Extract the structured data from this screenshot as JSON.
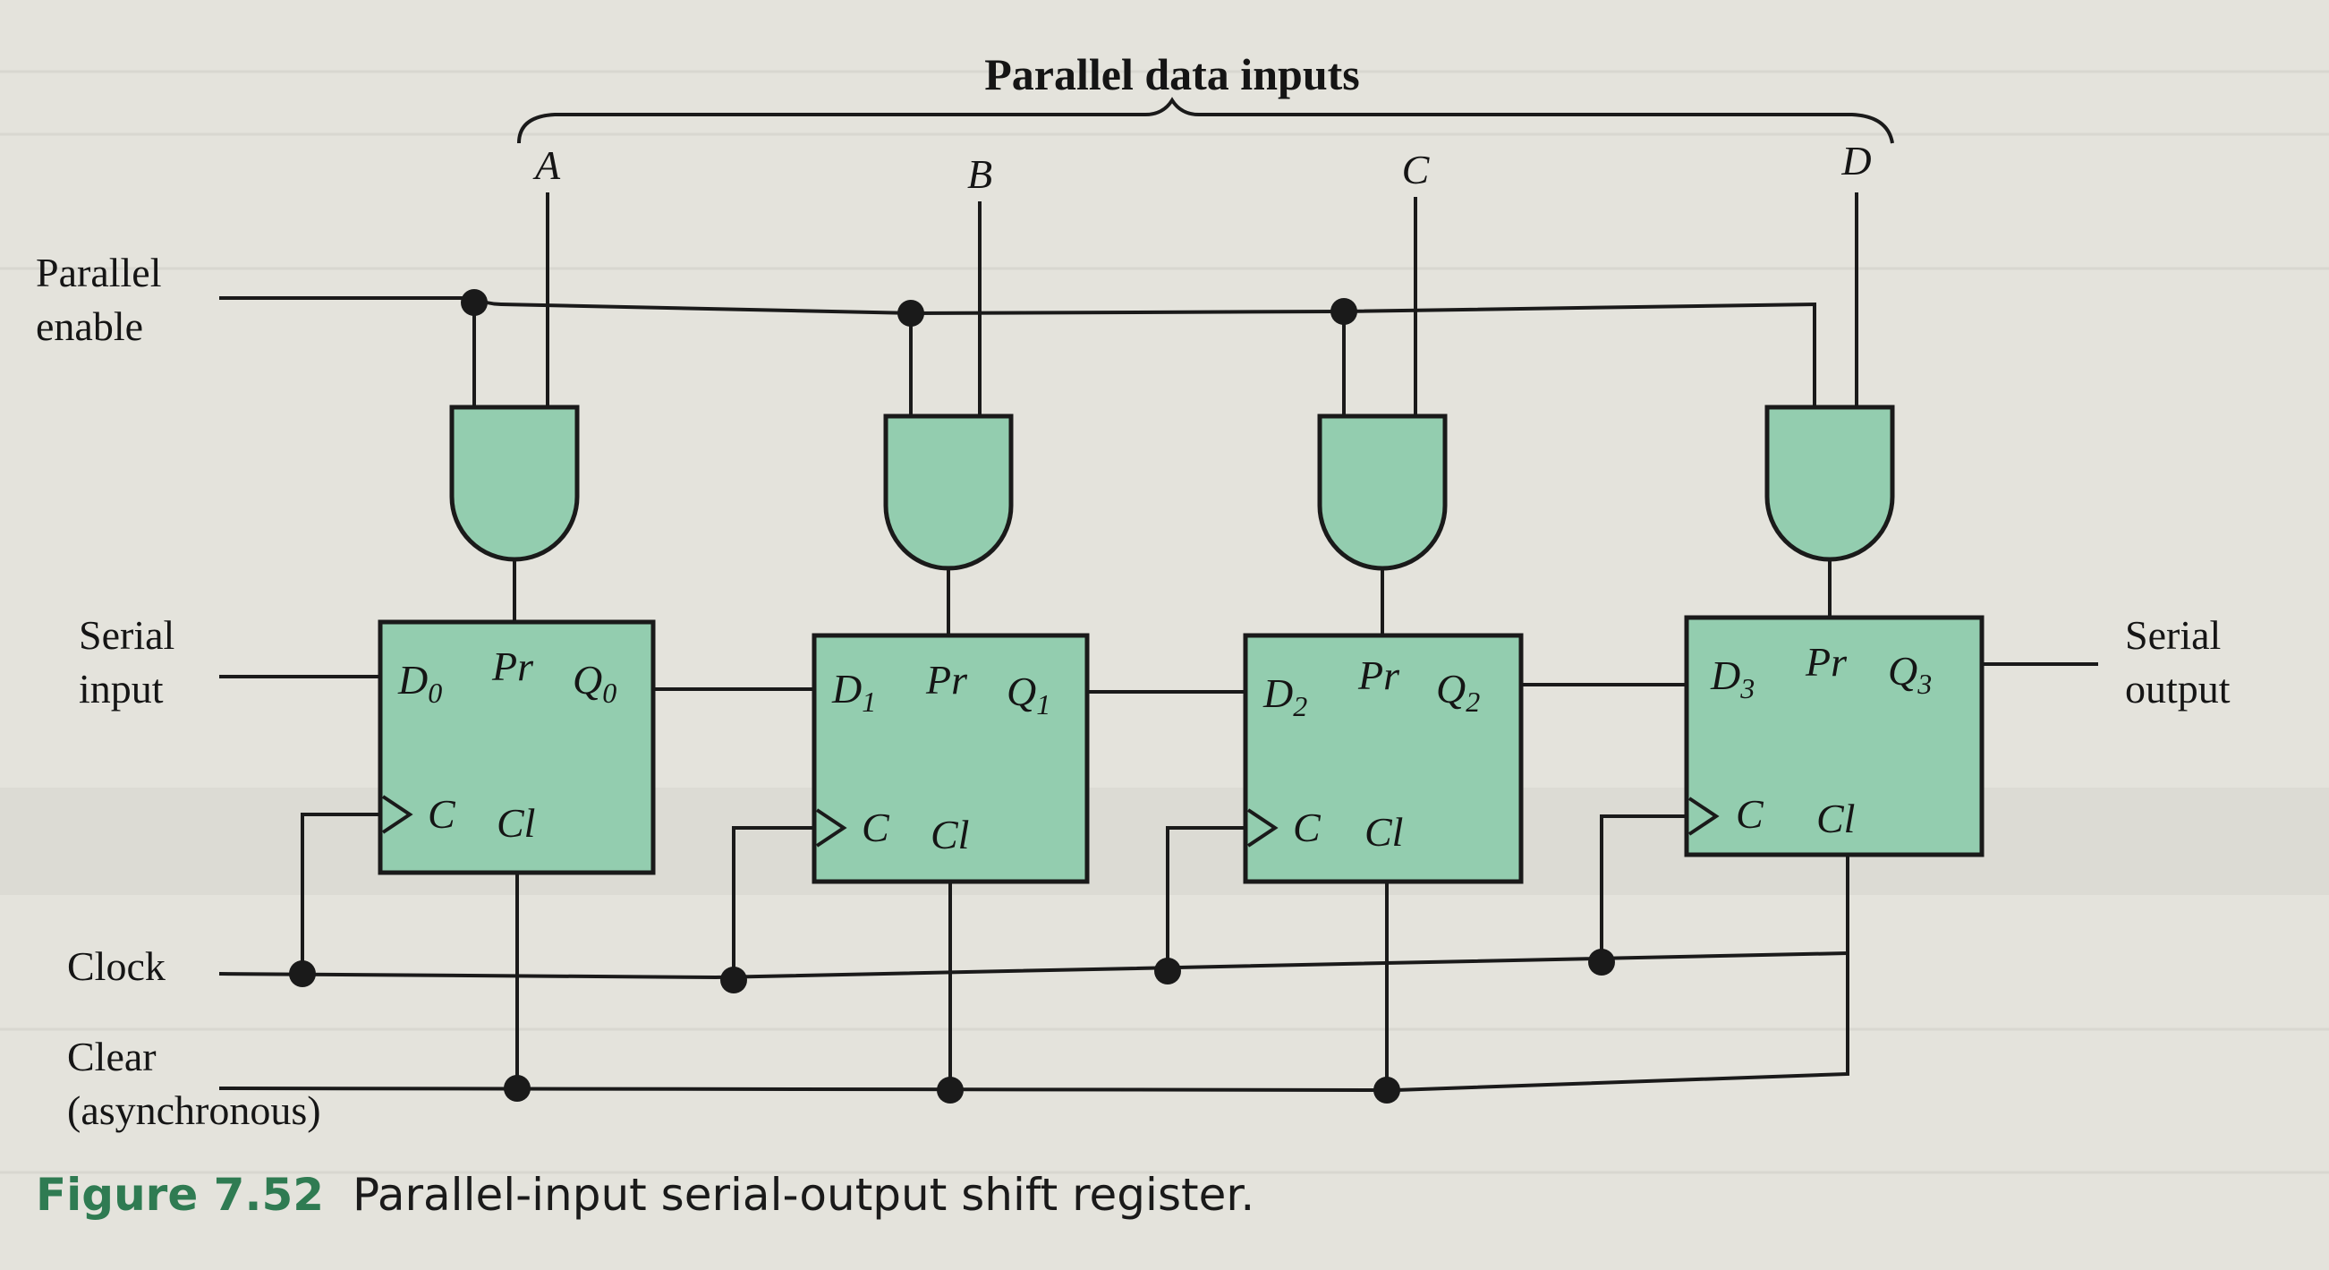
{
  "diagram": {
    "title": "Parallel data inputs",
    "data_inputs": [
      "A",
      "B",
      "C",
      "D"
    ],
    "left_labels": {
      "parallel_enable": [
        "Parallel",
        "enable"
      ],
      "serial_input": [
        "Serial",
        "input"
      ],
      "clock": "Clock",
      "clear": [
        "Clear",
        "(asynchronous)"
      ]
    },
    "right_labels": {
      "serial_output": [
        "Serial",
        "output"
      ]
    },
    "flip_flops": [
      {
        "d": "D",
        "d_sub": "0",
        "pr": "Pr",
        "q": "Q",
        "q_sub": "0",
        "c": "C",
        "cl": "Cl"
      },
      {
        "d": "D",
        "d_sub": "1",
        "pr": "Pr",
        "q": "Q",
        "q_sub": "1",
        "c": "C",
        "cl": "Cl"
      },
      {
        "d": "D",
        "d_sub": "2",
        "pr": "Pr",
        "q": "Q",
        "q_sub": "2",
        "c": "C",
        "cl": "Cl"
      },
      {
        "d": "D",
        "d_sub": "3",
        "pr": "Pr",
        "q": "Q",
        "q_sub": "3",
        "c": "C",
        "cl": "Cl"
      }
    ],
    "colors": {
      "component_fill": "#93cdaf",
      "wire": "#1a1a1a",
      "background": "#e4e3dc",
      "caption_accent": "#2f7b52"
    }
  },
  "caption": {
    "number": "Figure 7.52",
    "text": "Parallel-input serial-output shift register."
  }
}
